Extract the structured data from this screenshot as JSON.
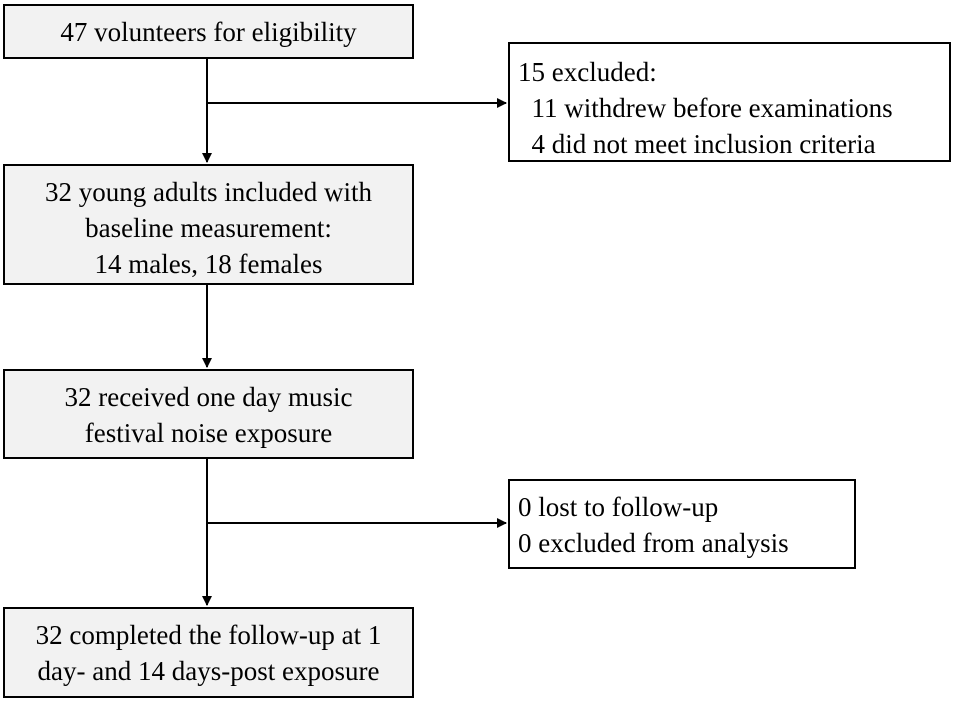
{
  "flow": {
    "volunteers": {
      "lines": [
        "47 volunteers for eligibility"
      ]
    },
    "excluded": {
      "lines": [
        "15 excluded:",
        "  11 withdrew before examinations",
        "  4 did not meet inclusion criteria"
      ]
    },
    "included": {
      "lines": [
        "32 young adults included with",
        "baseline measurement:",
        "14 males, 18 females"
      ]
    },
    "received": {
      "lines": [
        "32 received one day music",
        "festival noise exposure"
      ]
    },
    "lost": {
      "lines": [
        "0 lost to follow-up",
        "0 excluded from analysis"
      ]
    },
    "completed": {
      "lines": [
        "32 completed the follow-up at 1",
        "day- and 14 days-post exposure"
      ]
    }
  },
  "colors": {
    "shaded_box": "#f2f2f2",
    "plain_box": "#ffffff",
    "stroke": "#000000"
  }
}
